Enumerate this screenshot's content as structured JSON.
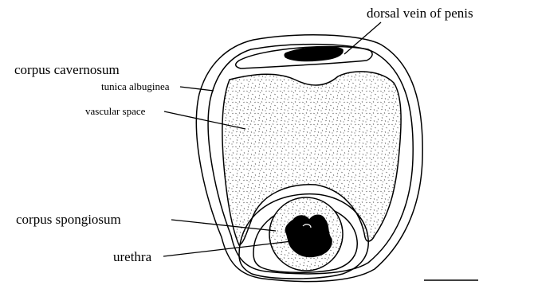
{
  "labels": {
    "dorsal_vein": "dorsal vein of penis",
    "corpus_cavernosum": "corpus cavernosum",
    "tunica_albuginea": "tunica albuginea",
    "vascular_space": "vascular space",
    "corpus_spongiosum": "corpus spongiosum",
    "urethra": "urethra"
  }
}
